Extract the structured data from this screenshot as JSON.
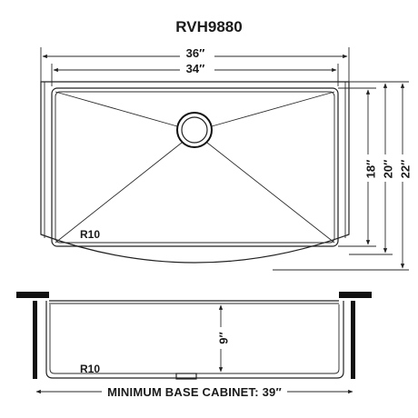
{
  "title": "RVH9880",
  "dimensions": {
    "overall_width": "36″",
    "bowl_width": "34″",
    "bowl_depth": "18″",
    "overall_depth_front": "20″",
    "overall_depth_total": "22″",
    "bowl_height": "9″"
  },
  "notes": {
    "corner_radius_top": "R10",
    "corner_radius_side": "R10"
  },
  "cabinet_label": "MINIMUM BASE CABINET: 39″",
  "colors": {
    "line": "#222222",
    "text": "#1a1a1a",
    "background": "#ffffff"
  }
}
